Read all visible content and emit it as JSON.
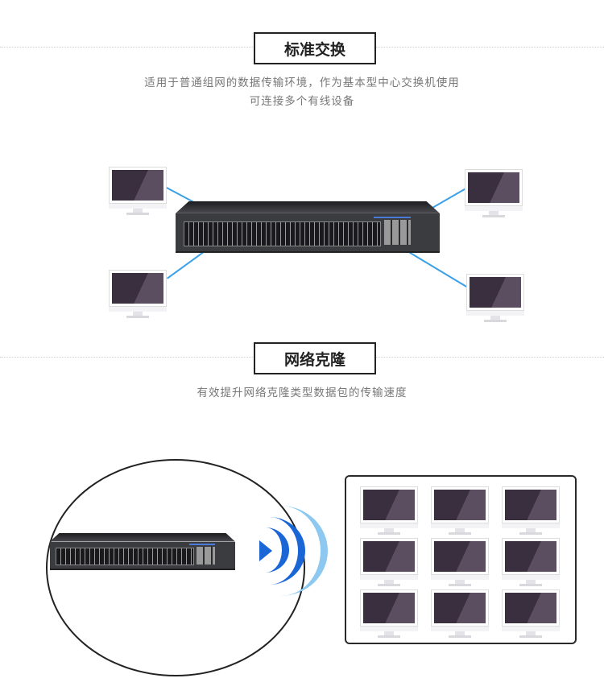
{
  "section1": {
    "title": "标准交换",
    "desc_line1": "适用于普通组网的数据传输环境，作为基本型中心交换机使用",
    "desc_line2": "可连接多个有线设备"
  },
  "section2": {
    "title": "网络克隆",
    "desc": "有效提升网络克隆类型数据包的传输速度"
  },
  "colors": {
    "link_line": "#3aa0e8",
    "wifi": "#1a66d6",
    "wifi_light": "#8cc8f0",
    "screen": "#3a2f3e"
  }
}
